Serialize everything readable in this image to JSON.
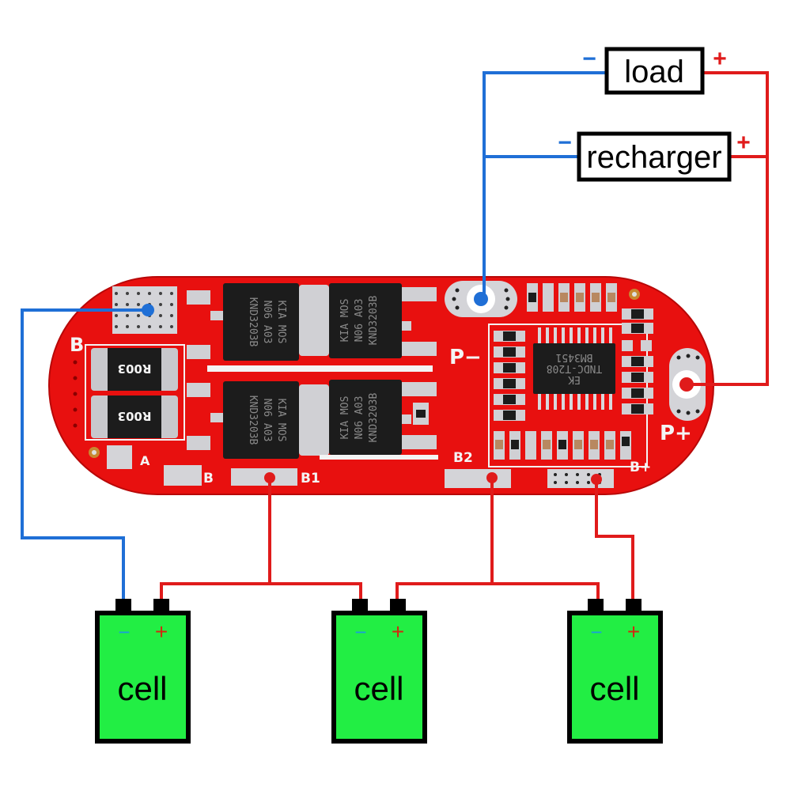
{
  "title": "3S BMS protection board wiring diagram",
  "colors": {
    "negative_wire": "#1f6fd6",
    "positive_wire": "#e01b1b",
    "pcb": "#e8100f",
    "cell_fill": "#22ee44",
    "silk": "#f4f4f4",
    "chip": "#1c1c1c",
    "pad": "#d4d4d8"
  },
  "external": {
    "load": {
      "label": "load",
      "neg": "−",
      "pos": "+"
    },
    "recharger": {
      "label": "recharger",
      "neg": "−",
      "pos": "+"
    }
  },
  "board": {
    "silk_labels": {
      "b_left": "B",
      "a": "A",
      "b": "B",
      "b1": "B1",
      "b2": "B2",
      "b_plus": "B+",
      "p_minus": "P−",
      "p_plus": "P+"
    },
    "shunt_resistors": [
      {
        "marking": "R003"
      },
      {
        "marking": "R003"
      }
    ],
    "mosfets": [
      {
        "line1": "KIA  MOS",
        "line2": "N06  A03",
        "line3": "KND3203B"
      },
      {
        "line1": "KIA  MOS",
        "line2": "N06  A03",
        "line3": "KND3203B"
      },
      {
        "line1": "KIA  MOS",
        "line2": "N06  A03",
        "line3": "KND3203B"
      },
      {
        "line1": "KIA  MOS",
        "line2": "N06  A03",
        "line3": "KND3203B"
      }
    ],
    "ic": {
      "line1": "BM3451",
      "line2": "TNDC-T208",
      "line3": "EK"
    }
  },
  "cells": [
    {
      "label": "cell",
      "neg": "−",
      "pos": "+"
    },
    {
      "label": "cell",
      "neg": "−",
      "pos": "+"
    },
    {
      "label": "cell",
      "neg": "−",
      "pos": "+"
    }
  ]
}
